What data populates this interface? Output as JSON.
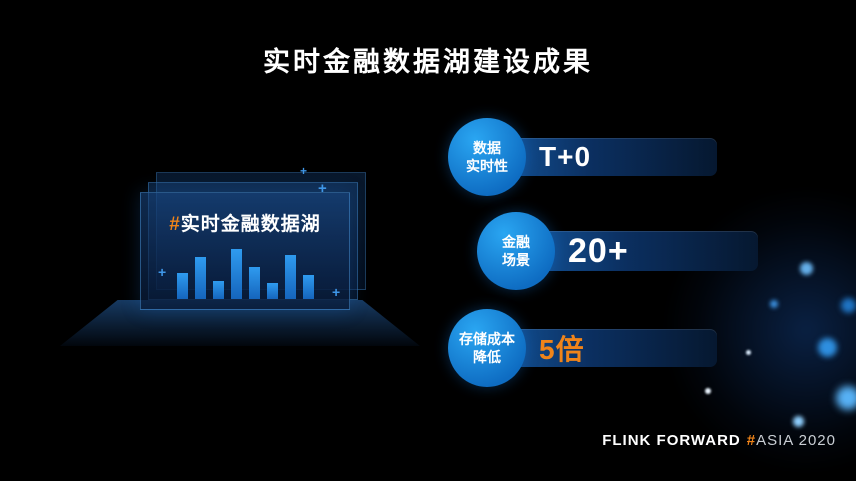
{
  "slide": {
    "title": "实时金融数据湖建设成果"
  },
  "diagram": {
    "hash": "#",
    "label": "实时金融数据湖",
    "plus_glyph": "+",
    "chart_bars": [
      26,
      42,
      18,
      50,
      32,
      16,
      44,
      24
    ]
  },
  "metrics": [
    {
      "circle_top": "数据",
      "circle_bottom": "实时性",
      "value": "T+0",
      "value_color": "#ffffff"
    },
    {
      "circle_top": "金融",
      "circle_bottom": "场景",
      "value": "20+",
      "value_color": "#ffffff"
    },
    {
      "circle_top": "存储成本",
      "circle_bottom": "降低",
      "value": "5倍",
      "value_color": "#f08419"
    }
  ],
  "footer": {
    "brand": "FLINK FORWARD",
    "hash": "#",
    "suffix": "ASIA 2020"
  },
  "colors": {
    "accent_orange": "#f08419",
    "circle_blue": "#1691e6",
    "bar_blue": "#0b2f60"
  }
}
